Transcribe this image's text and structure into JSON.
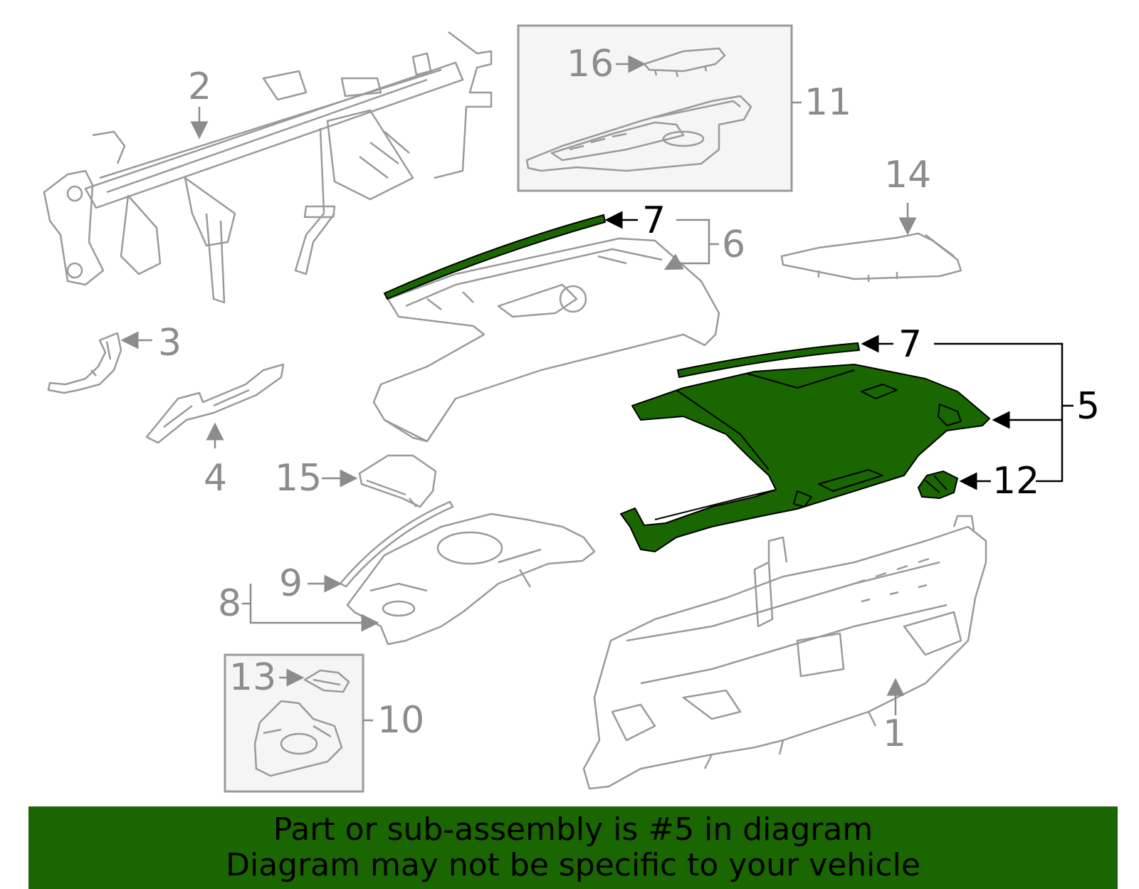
{
  "colors": {
    "part_outline": "#9a9a9a",
    "highlight_fill": "#1a6600",
    "highlight_outline": "#000000",
    "banner_background": "#1a6600",
    "inset_box_background": "#f5f5f5"
  },
  "callouts": {
    "c1": "1",
    "c2": "2",
    "c3": "3",
    "c4": "4",
    "c5": "5",
    "c6": "6",
    "c7a": "7",
    "c7b": "7",
    "c8": "8",
    "c9": "9",
    "c10": "10",
    "c11": "11",
    "c12": "12",
    "c13": "13",
    "c14": "14",
    "c15": "15",
    "c16": "16"
  },
  "highlighted_part": "5",
  "banner": {
    "line1": "Part or sub-assembly is #5 in diagram",
    "line2": "Diagram may not be specific to your vehicle"
  }
}
